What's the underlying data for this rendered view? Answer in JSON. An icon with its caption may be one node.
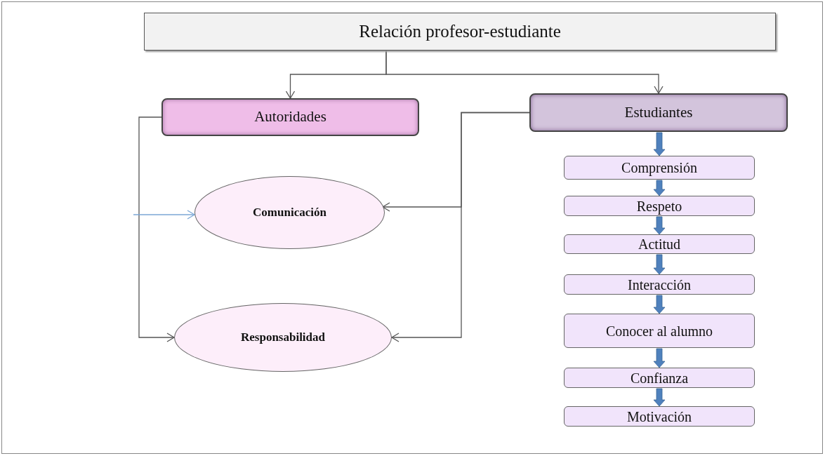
{
  "diagram": {
    "nodes": [
      {
        "text": [
          "Relación profesor-estudiante"
        ]
      },
      {
        "text": [
          "Autoridades"
        ]
      },
      {
        "text": [
          "Estudiantes"
        ]
      },
      {
        "text": [
          "Comunicación"
        ]
      },
      {
        "text": [
          "Responsabilidad"
        ]
      },
      {
        "text": [
          "Comprensión"
        ]
      },
      {
        "text": [
          "Respeto"
        ]
      },
      {
        "text": [
          "Actitud"
        ]
      },
      {
        "text": [
          "Interacción"
        ]
      },
      {
        "text": [
          "Conocer al alumno"
        ]
      },
      {
        "text": [
          "Confianza"
        ]
      },
      {
        "text": [
          "Motivación"
        ]
      }
    ],
    "edges": [
      {
        "from": 0,
        "to": 1,
        "arrow": "to",
        "color": "#555555"
      },
      {
        "from": 0,
        "to": 2,
        "arrow": "to",
        "color": "#555555"
      },
      {
        "from": 1,
        "to": 4,
        "arrow": "to",
        "color": "#555555"
      },
      {
        "from": 2,
        "to": 3,
        "arrow": "to",
        "color": "#555555"
      },
      {
        "from": 2,
        "to": 4,
        "arrow": "to",
        "color": "#555555"
      },
      {
        "from": null,
        "to": 3,
        "arrow": "to",
        "color": "#7ba7d6"
      },
      {
        "from": 2,
        "to": 5,
        "arrow": "to"
      },
      {
        "from": 5,
        "to": 6,
        "arrow": "to"
      },
      {
        "from": 6,
        "to": 7,
        "arrow": "to"
      },
      {
        "from": 7,
        "to": 8,
        "arrow": "to"
      },
      {
        "from": 8,
        "to": 9,
        "arrow": "to"
      },
      {
        "from": 9,
        "to": 10,
        "arrow": "to"
      },
      {
        "from": 10,
        "to": 11,
        "arrow": "to"
      }
    ]
  }
}
